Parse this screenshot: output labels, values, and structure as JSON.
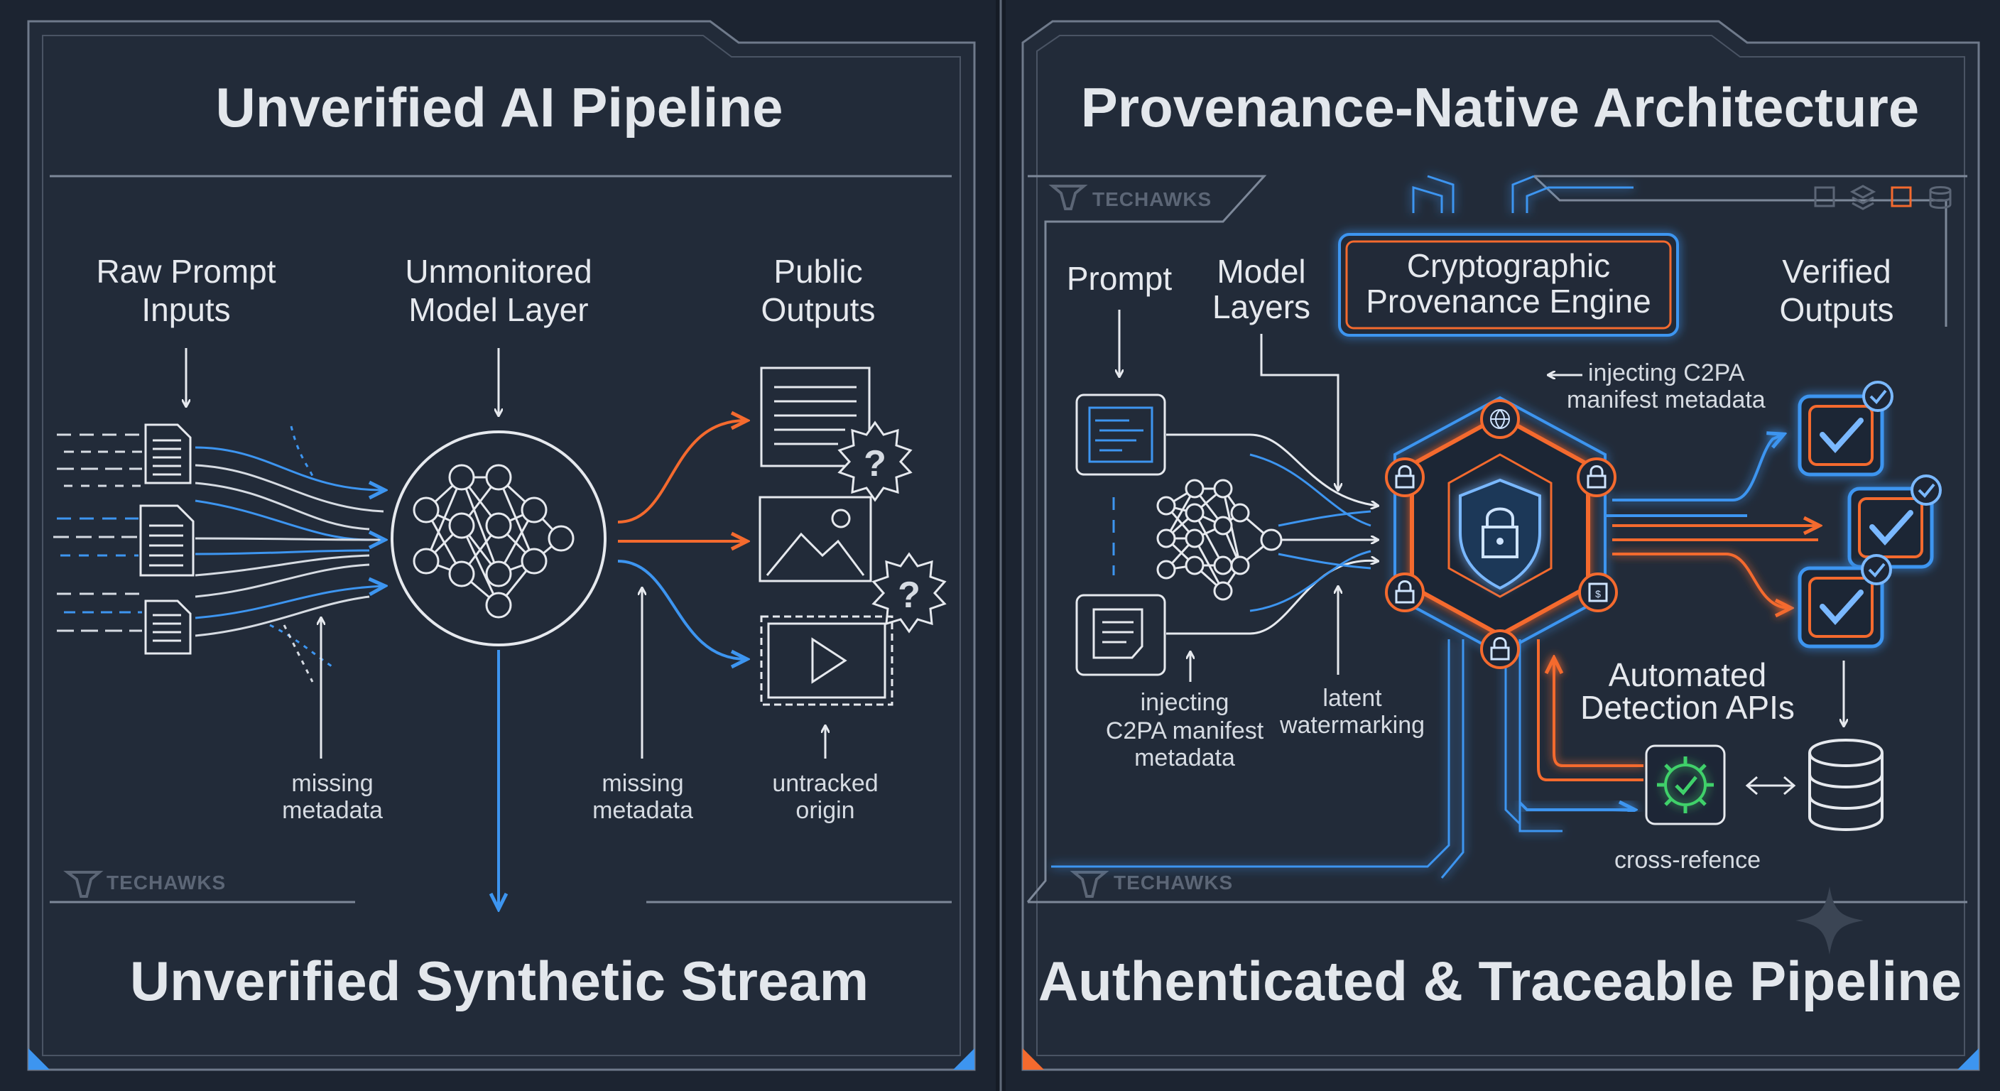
{
  "colors": {
    "background": "#1c2431",
    "panel": "#222b39",
    "frame": "#7d8899",
    "white": "#e6e9ee",
    "orange": "#f46a2e",
    "blue": "#3d95f0",
    "green": "#3fd16a"
  },
  "left_panel": {
    "title": "Unverified AI Pipeline",
    "footer": "Unverified Synthetic Stream",
    "watermark": "TECHAWKS",
    "labels": {
      "raw_prompt_1": "Raw Prompt",
      "raw_prompt_2": "Inputs",
      "model_layer_1": "Unmonitored",
      "model_layer_2": "Model Layer",
      "outputs_1": "Public",
      "outputs_2": "Outputs",
      "missing_a1": "missing",
      "missing_a2": "metadata",
      "missing_b1": "missing",
      "missing_b2": "metadata",
      "untracked_1": "untracked",
      "untracked_2": "origin"
    },
    "icons": [
      "document-icon",
      "neural-network-icon",
      "image-icon",
      "video-icon",
      "question-badge-icon"
    ]
  },
  "right_panel": {
    "title": "Provenance-Native Architecture",
    "footer": "Authenticated & Traceable Pipeline",
    "watermark": "TECHAWKS",
    "labels": {
      "prompt": "Prompt",
      "model_1": "Model",
      "model_2": "Layers",
      "engine_1": "Cryptographic",
      "engine_2": "Provenance Engine",
      "verified_1": "Verified",
      "verified_2": "Outputs",
      "inject_top_1": "injecting C2PA",
      "inject_top_2": "manifest metadata",
      "inject_bottom_1": "injecting",
      "inject_bottom_2": "C2PA manifest",
      "inject_bottom_3": "metadata",
      "latent_1": "latent",
      "latent_2": "watermarking",
      "detection_1": "Automated",
      "detection_2": "Detection APIs",
      "cross_ref": "cross-refence"
    },
    "icons": [
      "shield-lock-icon",
      "padlock-icon",
      "checkmark-icon",
      "database-icon",
      "gear-check-icon",
      "sparkle-icon"
    ]
  }
}
